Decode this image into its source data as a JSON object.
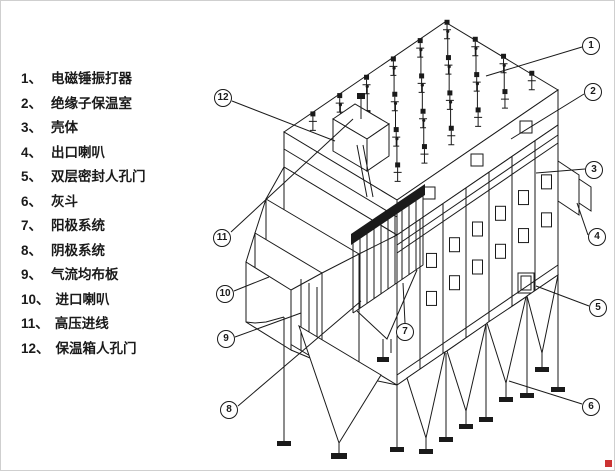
{
  "colors": {
    "ink": "#1a1a1a",
    "background": "#ffffff",
    "corner_mark": "#cc3333"
  },
  "legend": {
    "items": [
      {
        "num": "1、",
        "label": "电磁锤振打器"
      },
      {
        "num": "2、",
        "label": "绝缘子保温室"
      },
      {
        "num": "3、",
        "label": "壳体"
      },
      {
        "num": "4、",
        "label": "出口喇叭"
      },
      {
        "num": "5、",
        "label": "双层密封人孔门"
      },
      {
        "num": "6、",
        "label": "灰斗"
      },
      {
        "num": "7、",
        "label": "阳极系统"
      },
      {
        "num": "8、",
        "label": "阴极系统"
      },
      {
        "num": "9、",
        "label": "气流均布板"
      },
      {
        "num": "10、",
        "label": "进口喇叭"
      },
      {
        "num": "11、",
        "label": "高压进线"
      },
      {
        "num": "12、",
        "label": "保温箱人孔门"
      }
    ]
  },
  "callouts": [
    {
      "n": "1"
    },
    {
      "n": "2"
    },
    {
      "n": "3"
    },
    {
      "n": "4"
    },
    {
      "n": "5"
    },
    {
      "n": "6"
    },
    {
      "n": "7"
    },
    {
      "n": "8"
    },
    {
      "n": "9"
    },
    {
      "n": "10"
    },
    {
      "n": "11"
    },
    {
      "n": "12"
    }
  ]
}
